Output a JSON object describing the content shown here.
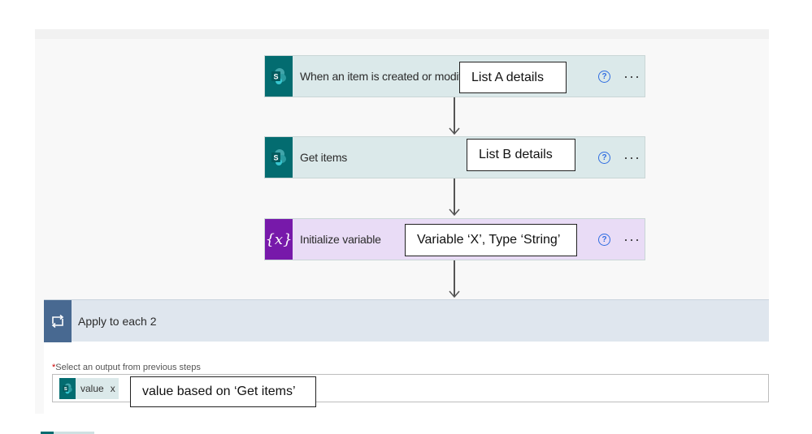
{
  "flow": {
    "steps": [
      {
        "title": "When an item is created or modified",
        "note": "List A details",
        "kind": "sharepoint"
      },
      {
        "title": "Get items",
        "note": "List B details",
        "kind": "sharepoint"
      },
      {
        "title": "Initialize variable",
        "note": "Variable ‘X’, Type ‘String’",
        "kind": "variable"
      }
    ],
    "help_glyph": "?",
    "more_glyph": "···",
    "variable_glyph": "{x}"
  },
  "apply_each": {
    "title": "Apply to each 2",
    "required_marker": "*",
    "field_label": "Select an output from previous steps",
    "token_label": "value",
    "token_remove": "x",
    "note": "value based on ‘Get items’"
  },
  "colors": {
    "sharepoint_teal": "#036c70",
    "sharepoint_card": "#dbe9ea",
    "variable_purple": "#7719aa",
    "variable_card": "#e9dcf6",
    "loop_header": "#486991",
    "help_blue": "#2f6de1"
  },
  "icons": [
    "sharepoint-icon",
    "variable-icon",
    "loop-icon",
    "help-icon",
    "more-icon",
    "arrow-down-icon"
  ]
}
